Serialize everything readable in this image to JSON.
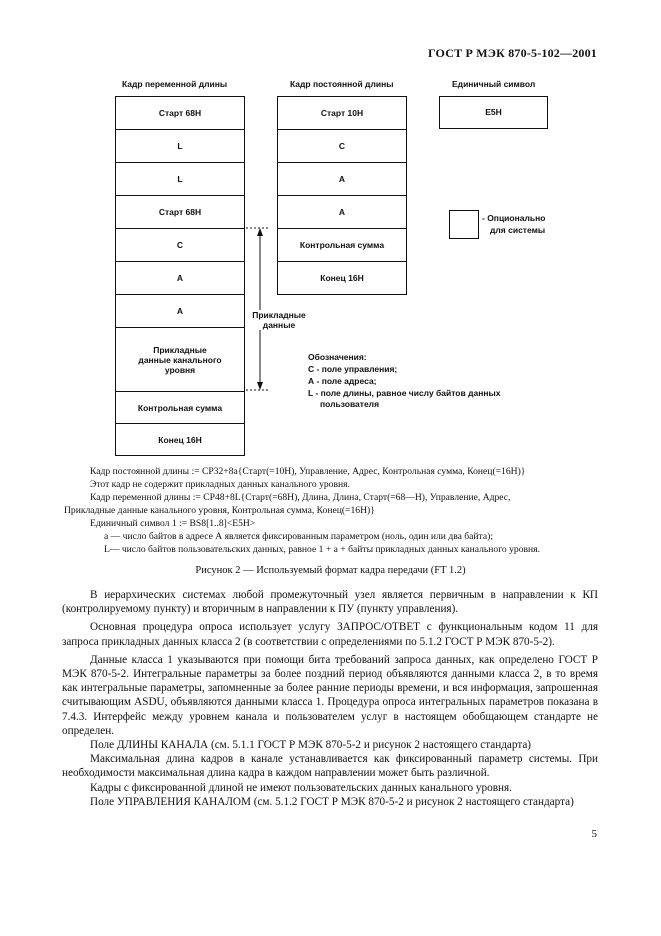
{
  "header": {
    "standard": "ГОСТ Р МЭК 870-5-102—2001"
  },
  "figure": {
    "columns": [
      {
        "title": "Кадр переменной длины",
        "cells": [
          "Старт 68Н",
          "L",
          "L",
          "Старт 68Н",
          "С",
          "А",
          "А",
          "Прикладные данные канального уровня",
          "Контрольная сумма",
          "Конец 16Н"
        ]
      },
      {
        "title": "Кадр постоянной длины",
        "cells": [
          "Старт 10Н",
          "С",
          "А",
          "А",
          "Контрольная сумма",
          "Конец 16Н"
        ]
      },
      {
        "title": "Единичный символ",
        "cells": [
          "Е5Н"
        ]
      }
    ],
    "bracket_label": "Прикладные данные",
    "optional_label_1": "- Опционально",
    "optional_label_2": "для системы",
    "legend": {
      "title": "Обозначения:",
      "c": "С - поле управления;",
      "a": "А - поле адреса;",
      "l1": "L - поле длины, равное числу байтов данных",
      "l2": "пользователя"
    }
  },
  "definitions": {
    "fixed_1": "Кадр постоянной длины  :=  CP32+8a{Старт(=10H), Управление, Адрес, Контрольная сумма, Конец(=16H)}",
    "fixed_2": "Этот кадр не содержит прикладных данных канального уровня.",
    "var_1": "Кадр переменной длины  :=  CP48+8L{Старт(=68H), Длина, Длина, Старт(=68—H), Управление, Адрес,",
    "var_2": "Прикладные данные канального уровня, Контрольная сумма, Конец(=16H)}",
    "single": "Единичный символ 1 :=  BS8[1..8]<E5H>",
    "note_a": "а — число байтов в адресе А является фиксированным параметром (ноль, один или два байта);",
    "note_l": "L— число байтов пользовательских данных, равное 1 + а + байты прикладных данных канального уровня."
  },
  "caption": "Рисунок 2 — Используемый формат кадра передачи (FT 1.2)",
  "paragraphs": {
    "p1": "В иерархических системах любой промежуточный узел является первичным в направлении к КП (контролируемому пункту) и вторичным в направлении к ПУ (пункту управления).",
    "p2": "Основная процедура опроса использует услугу ЗАПРОС/ОТВЕТ с функциональным кодом 11 для запроса прикладных данных класса 2 (в соответствии с определениями по 5.1.2 ГОСТ Р МЭК 870-5-2).",
    "p3": "Данные класса 1 указываются при помощи бита требований запроса данных, как определено ГОСТ Р МЭК 870-5-2. Интегральные параметры за более поздний период объявляются данными класса 2, в то время как интегральные параметры, запомненные за более ранние периоды времени, и вся информация, запрошенная считывающим ASDU, объявляются данными класса 1. Процедура опроса интегральных параметров показана в 7.4.3. Интерфейс между уровнем канала и пользователем услуг в настоящем обобщающем стандарте не определен.",
    "p4": "Поле ДЛИНЫ КАНАЛА (см. 5.1.1 ГОСТ Р МЭК 870-5-2 и рисунок 2 настоящего стандарта)",
    "p5": "Максимальная длина кадров в канале устанавливается как фиксированный параметр системы. При необходимости максимальная длина кадра в каждом направлении может быть различной.",
    "p6": "Кадры с фиксированной длиной не имеют пользовательских данных канального уровня.",
    "p7": "Поле УПРАВЛЕНИЯ КАНАЛОМ (см. 5.1.2 ГОСТ Р МЭК 870-5-2 и рисунок 2 настоящего стандарта)"
  },
  "page_number": "5"
}
